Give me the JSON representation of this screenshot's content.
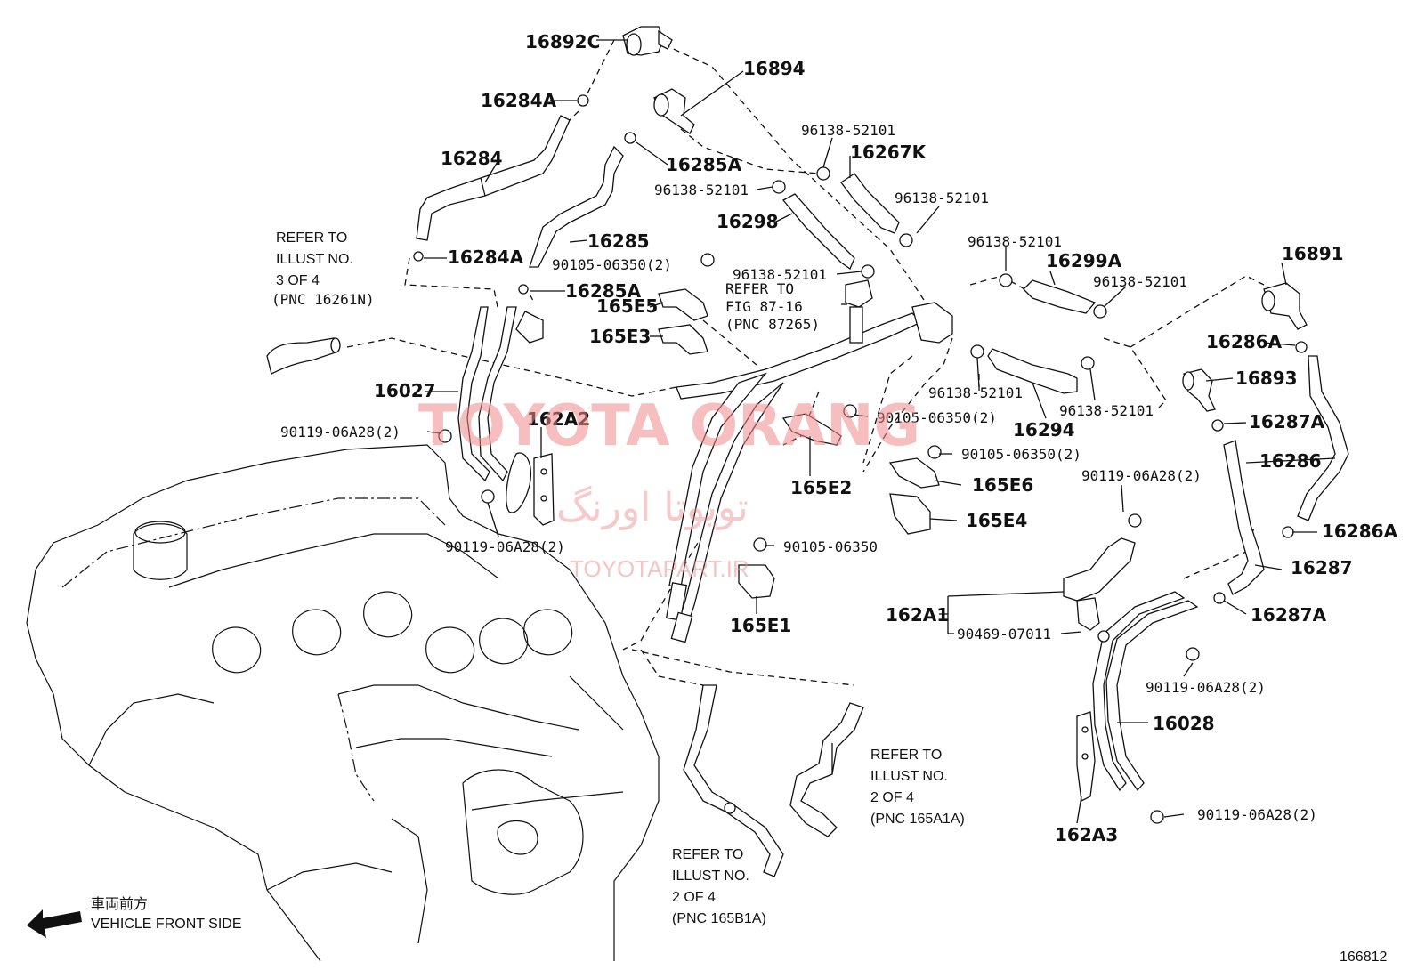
{
  "labels": {
    "p16892C": "16892C",
    "p16894": "16894",
    "p16284A_top": "16284A",
    "p16284": "16284",
    "p16284A_bot": "16284A",
    "p16285A_top": "16285A",
    "p16285": "16285",
    "p16285A_bot": "16285A",
    "p16267K": "16267K",
    "p16298": "16298",
    "p16299A": "16299A",
    "p16891": "16891",
    "p16286A_top": "16286A",
    "p16893": "16893",
    "p16287A_top": "16287A",
    "p16286": "16286",
    "p16286A_bot": "16286A",
    "p16287": "16287",
    "p16287A_bot": "16287A",
    "p16027": "16027",
    "p162A2": "162A2",
    "p165E5": "165E5",
    "p165E3": "165E3",
    "p165E2": "165E2",
    "p165E6": "165E6",
    "p165E4": "165E4",
    "p165E1": "165E1",
    "p16294": "16294",
    "p162A1": "162A1",
    "p16028": "16028",
    "p162A3": "162A3",
    "c96138_1": "96138-52101",
    "c96138_2": "96138-52101",
    "c96138_3": "96138-52101",
    "c96138_4": "96138-52101",
    "c96138_5": "96138-52101",
    "c96138_6": "96138-52101",
    "c96138_7": "96138-52101",
    "c96138_8": "96138-52101",
    "b90105_1": "90105-06350(2)",
    "b90105_2": "90105-06350(2)",
    "b90105_3": "90105-06350(2)",
    "b90105_4": "90105-06350",
    "b90119_1": "90119-06A28(2)",
    "b90119_2": "90119-06A28(2)",
    "b90119_3": "90119-06A28(2)",
    "b90119_4": "90119-06A28(2)",
    "b90119_5": "90119-06A28(2)",
    "n90469": "90469-07011"
  },
  "notes": {
    "ref1": [
      "REFER TO",
      "ILLUST NO.",
      "3 OF 4",
      "(PNC 16261N)"
    ],
    "ref2": [
      "REFER TO",
      "FIG 87-16",
      "(PNC 87265)"
    ],
    "ref3": [
      "REFER TO",
      "ILLUST NO.",
      "2 OF 4",
      "(PNC 165A1A)"
    ],
    "ref4": [
      "REFER TO",
      "ILLUST NO.",
      "2 OF 4",
      "(PNC 165B1A)"
    ]
  },
  "front": {
    "jp": "車両前方",
    "en": "VEHICLE FRONT SIDE"
  },
  "figure_number": "166812",
  "watermark": {
    "main": "TOYOTA ORANG",
    "persian": "تویوتا اورنگ",
    "site": "TOYOTAPART.IR"
  }
}
